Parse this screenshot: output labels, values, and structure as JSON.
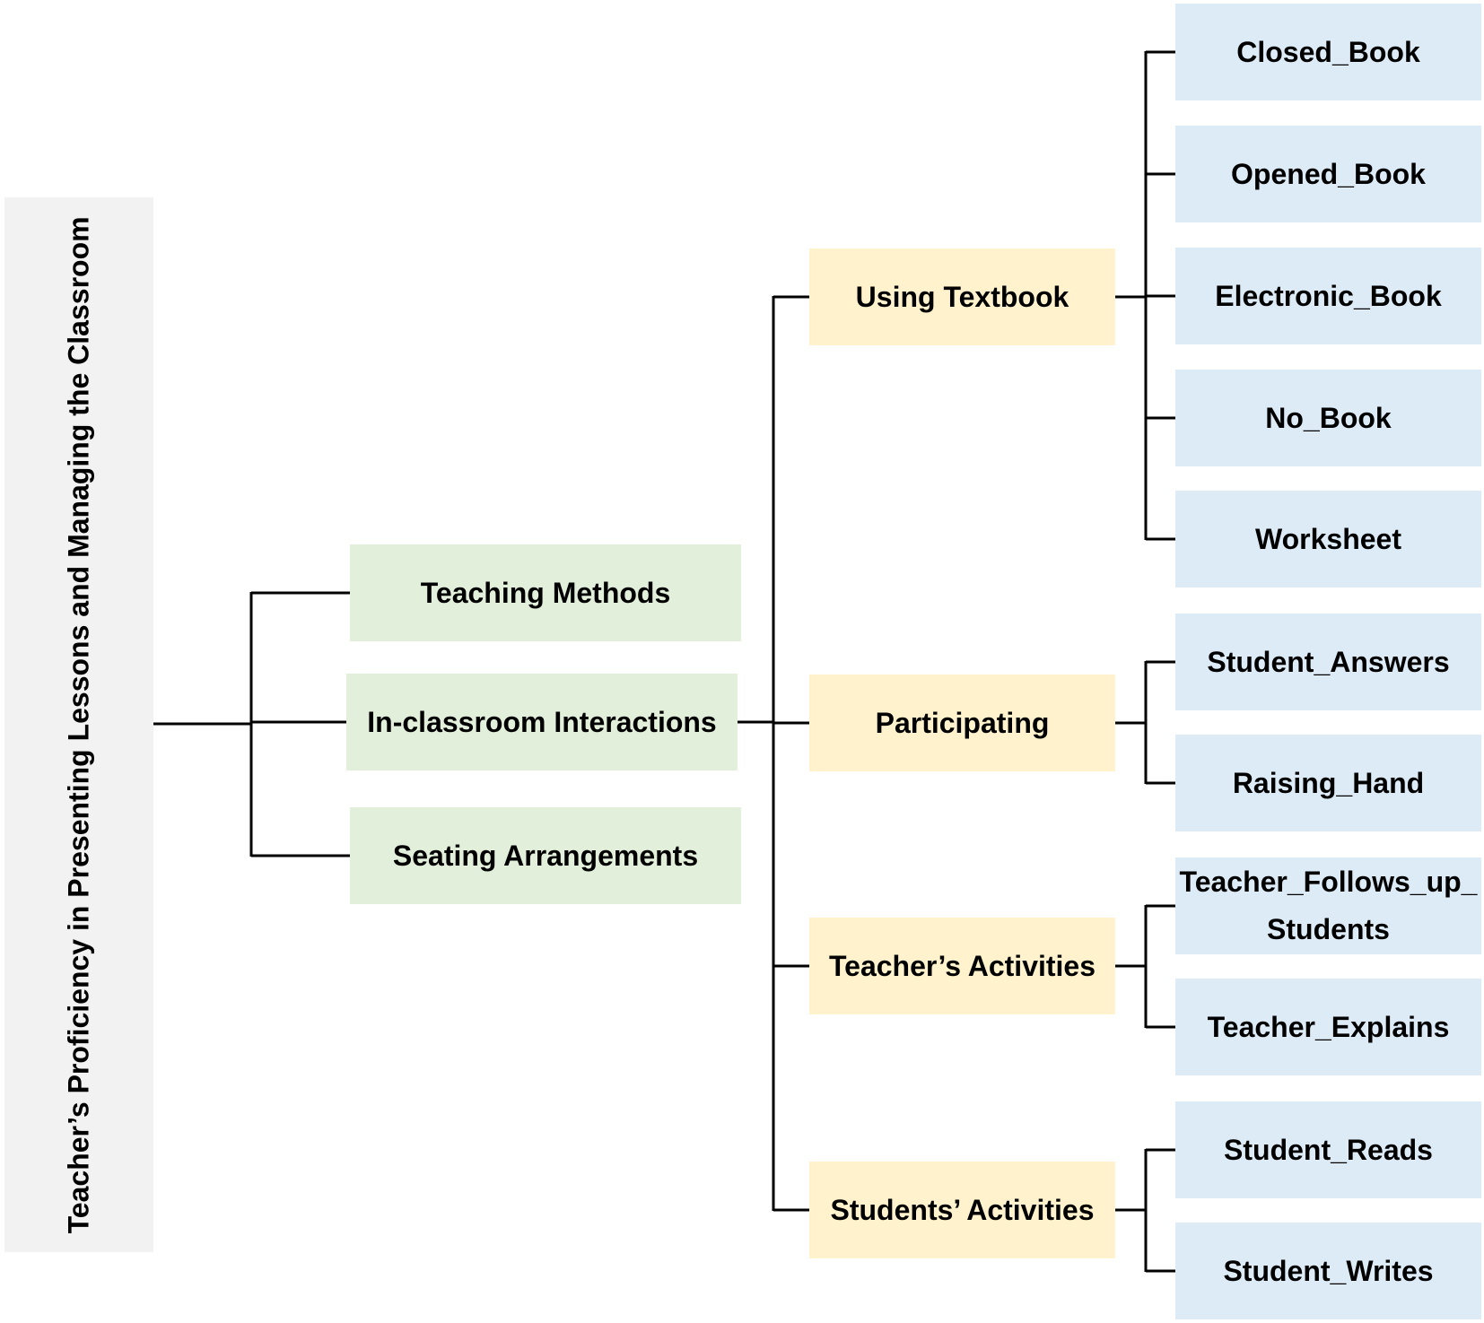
{
  "colors": {
    "root_fill": "#f2f2f2",
    "level1_fill": "#e2efda",
    "level2_fill": "#fff2cc",
    "level3_fill": "#ddebf7",
    "line": "#000000"
  },
  "root": {
    "label": "Teacher’s Proficiency in Presenting Lessons and Managing the Classroom"
  },
  "level1": [
    {
      "label": "Teaching Methods"
    },
    {
      "label": "In-classroom Interactions"
    },
    {
      "label": "Seating Arrangements"
    }
  ],
  "level2": [
    {
      "label": "Using Textbook",
      "children": [
        {
          "label": "Closed_Book"
        },
        {
          "label": "Opened_Book"
        },
        {
          "label": "Electronic_Book"
        },
        {
          "label": "No_Book"
        },
        {
          "label": "Worksheet"
        }
      ]
    },
    {
      "label": "Participating",
      "children": [
        {
          "label": "Student_Answers"
        },
        {
          "label": "Raising_Hand"
        }
      ]
    },
    {
      "label": "Teacher’s Activities",
      "children": [
        {
          "line1": "Teacher_Follows_up_",
          "line2": "Students"
        },
        {
          "label": "Teacher_Explains"
        }
      ]
    },
    {
      "label": "Students’ Activities",
      "children": [
        {
          "label": "Student_Reads"
        },
        {
          "label": "Student_Writes"
        }
      ]
    }
  ]
}
